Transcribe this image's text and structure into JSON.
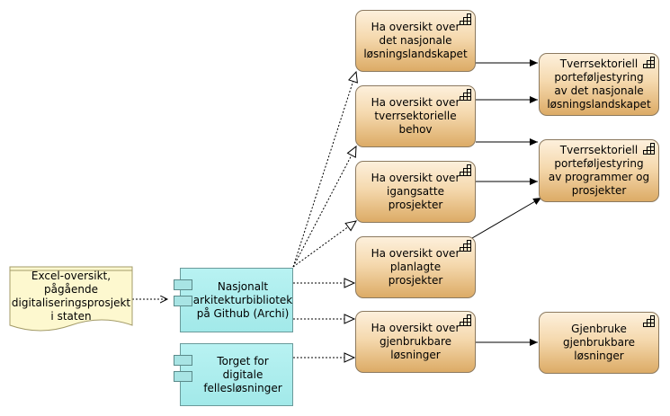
{
  "diagram": {
    "document": {
      "label": "Excel-oversikt, pågående digitaliseringsprosjekt i staten"
    },
    "applications": [
      {
        "id": "archi",
        "label": "Nasjonalt arkitekturbibliotek på Github (Archi)"
      },
      {
        "id": "torget",
        "label": "Torget for digitale fellesløsninger"
      }
    ],
    "capabilities": [
      {
        "id": "c1",
        "label": "Ha oversikt over det nasjonale løsningslandskapet"
      },
      {
        "id": "c2",
        "label": "Ha oversikt over tverrsektorielle behov"
      },
      {
        "id": "c3",
        "label": "Ha oversikt over igangsatte prosjekter"
      },
      {
        "id": "c4",
        "label": "Ha oversikt over planlagte prosjekter"
      },
      {
        "id": "c5",
        "label": "Ha oversikt over gjenbrukbare løsninger"
      },
      {
        "id": "r1",
        "label": "Tverrsektoriell porteføljestyring av det nasjonale løsningslandskapet"
      },
      {
        "id": "r2",
        "label": "Tverrsektoriell porteføljestyring av programmer og prosjekter"
      },
      {
        "id": "r3",
        "label": "Gjenbruke gjenbrukbare løsninger"
      }
    ],
    "colors": {
      "capability_fill": "#f5d9ae",
      "application_fill": "#a2e9e9",
      "document_fill": "#fdf8cf"
    },
    "icons": {
      "capability": "capability-icon",
      "application": "component-icon"
    }
  }
}
